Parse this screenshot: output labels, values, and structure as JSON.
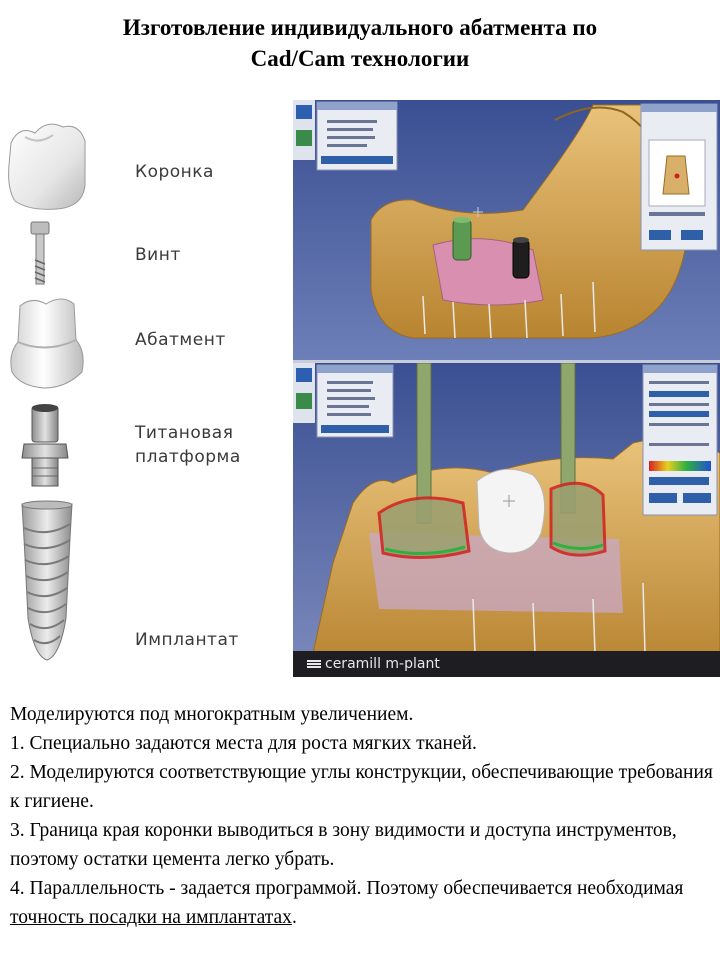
{
  "title": {
    "line1": "Изготовление индивидуального абатмента по",
    "line2": "Cad/Cam технологии"
  },
  "parts": [
    {
      "label": "Коронка"
    },
    {
      "label": "Винт"
    },
    {
      "label": "Абатмент"
    },
    {
      "label_line1": "Титановая",
      "label_line2": "платформа"
    },
    {
      "label": "Имплантат"
    }
  ],
  "brand": "ceramill m-plant",
  "notes": {
    "intro": "Моделируются под многократным увеличением.",
    "item1": "1. Специально задаются места для роста мягких тканей.",
    "item2": "2. Моделируются соответствующие углы конструкции, обеспечивающие требования к гигиене.",
    "item3": "3.  Граница края коронки выводиться в зону видимости и доступа инструментов, поэтому остатки цемента легко убрать.",
    "item4_start": "4. Параллельность - задается программой. Поэтому обеспечивается необходимая ",
    "item4_underlined": "точность посадки на имплантатах",
    "item4_end": "."
  },
  "colors": {
    "cad_background": "#4a5f9e",
    "gum_pink": "#d98fb0",
    "model_gold": "#d4a24a",
    "abutment_green": "#5c9a52"
  }
}
